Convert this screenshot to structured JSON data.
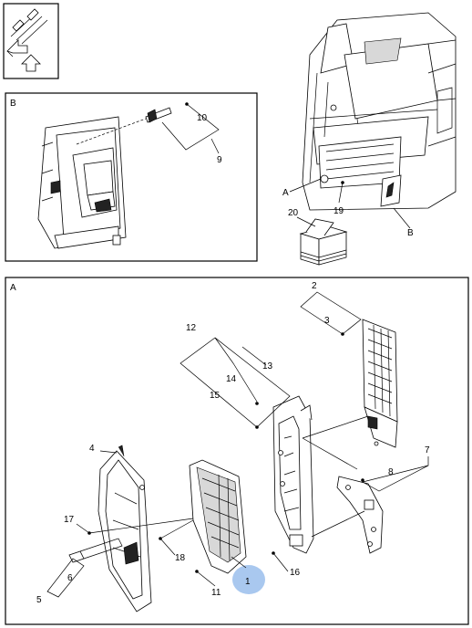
{
  "panels": {
    "detail_b": "B",
    "main_a": "A"
  },
  "callouts": {
    "cab_a": "A",
    "cab_b": "B",
    "n19": "19",
    "n20": "20",
    "n10": "10",
    "n9": "9",
    "n2": "2",
    "n3": "3",
    "n12": "12",
    "n13": "13",
    "n14": "14",
    "n15": "15",
    "n4": "4",
    "n7": "7",
    "n8": "8",
    "n17": "17",
    "n6": "6",
    "n5": "5",
    "n18": "18",
    "n1": "1",
    "n16": "16",
    "n11": "11"
  },
  "colors": {
    "highlight": "#a9c8ef",
    "ink": "#000000"
  },
  "icons": [
    "view-orientation-icon",
    "up-arrow-icon",
    "kit-box-icon"
  ]
}
